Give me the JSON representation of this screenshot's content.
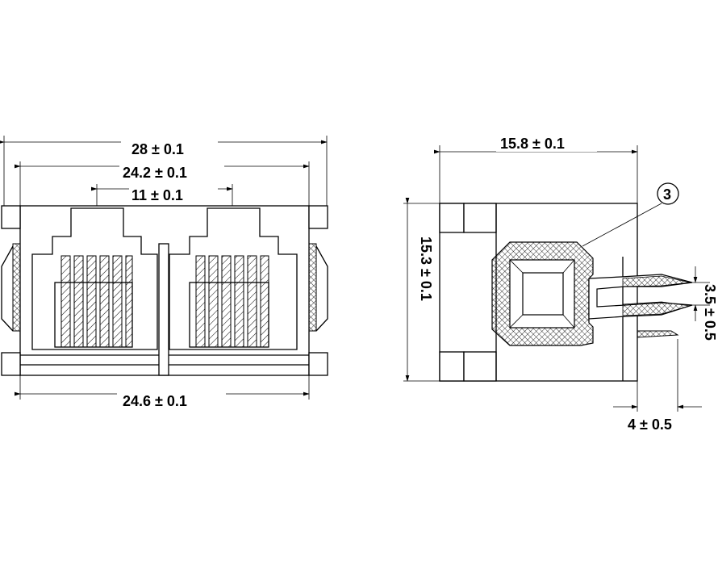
{
  "front_view": {
    "dim_total_width": "28 ± 0.1",
    "dim_inner_width": "24.2 ± 0.1",
    "dim_pitch": "11 ± 0.1",
    "dim_bottom_width": "24.6 ± 0.1"
  },
  "side_view": {
    "dim_depth": "15.8 ± 0.1",
    "dim_height": "15.3 ± 0.1",
    "dim_pin_pitch": "3.5 ± 0.5",
    "dim_pin_length": "4 ± 0.5",
    "callout_number": "3"
  }
}
